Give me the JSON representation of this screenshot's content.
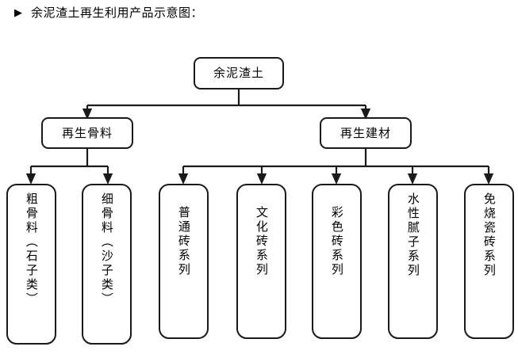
{
  "heading": {
    "bullet": "▶",
    "text": "余泥渣土再生利用产品示意图："
  },
  "diagram": {
    "type": "flowchart-tree",
    "orientation": "top-down",
    "line_color": "#1a1a1a",
    "box_fill": "#ffffff",
    "box_border": "#1a1a1a",
    "root": {
      "id": "root",
      "label": "余泥渣土"
    },
    "level2": [
      {
        "id": "recycled-aggregate",
        "label": "再生骨料"
      },
      {
        "id": "recycled-building-material",
        "label": "再生建材"
      }
    ],
    "level3": [
      {
        "id": "coarse-aggregate",
        "parent": "recycled-aggregate",
        "label": "粗骨料（石子类）"
      },
      {
        "id": "fine-aggregate",
        "parent": "recycled-aggregate",
        "label": "细骨料（沙子类）"
      },
      {
        "id": "ordinary-brick-series",
        "parent": "recycled-building-material",
        "label": "普通砖系列"
      },
      {
        "id": "culture-brick-series",
        "parent": "recycled-building-material",
        "label": "文化砖系列"
      },
      {
        "id": "color-brick-series",
        "parent": "recycled-building-material",
        "label": "彩色砖系列"
      },
      {
        "id": "water-based-putty-series",
        "parent": "recycled-building-material",
        "label": "水性腻子系列"
      },
      {
        "id": "unfired-ceramic-tile-series",
        "parent": "recycled-building-material",
        "label": "免烧瓷砖系列"
      }
    ]
  }
}
